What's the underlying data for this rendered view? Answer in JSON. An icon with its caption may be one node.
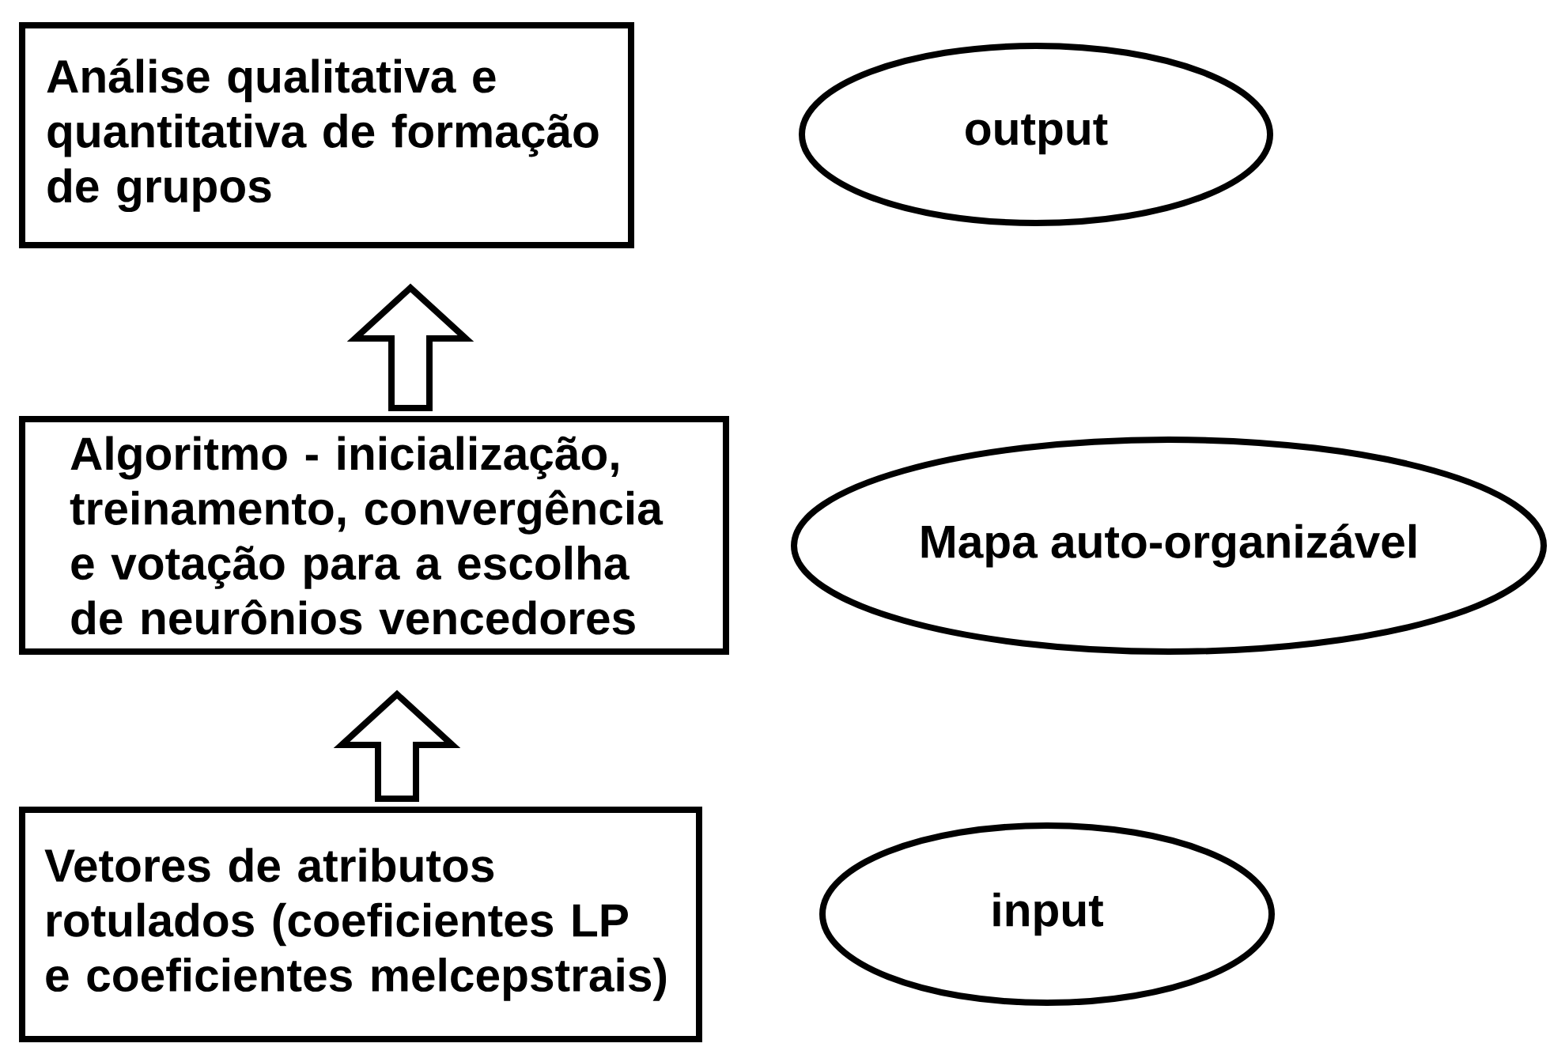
{
  "diagram": {
    "nodes": [
      {
        "text": [
          "Análise qualitativa e quantitativa de formação de grupos"
        ]
      },
      {
        "text": [
          "output"
        ]
      },
      {
        "text": [
          "Algoritmo - inicialização, treinamento, convergência e votação para a escolha de neurônios vencedores"
        ]
      },
      {
        "text": [
          "Mapa auto-organizável"
        ]
      },
      {
        "text": [
          "Vetores de atributos rotulados (coeficientes LP e coeficientes melcepstrais)"
        ]
      },
      {
        "text": [
          "input"
        ]
      }
    ],
    "edges": [
      {
        "from": 4,
        "to": 2,
        "arrow": "to"
      },
      {
        "from": 2,
        "to": 0,
        "arrow": "to"
      }
    ]
  }
}
